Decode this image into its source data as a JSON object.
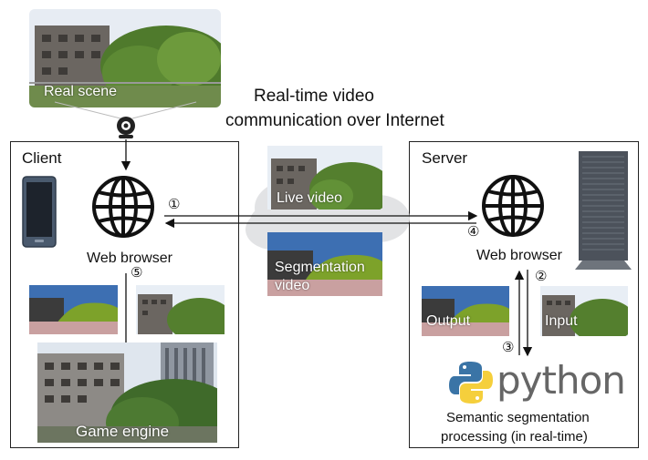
{
  "title_line1": "Real-time video",
  "title_line2": "communication over Internet",
  "real_scene_label": "Real scene",
  "client": {
    "title": "Client",
    "browser_label": "Web browser",
    "game_engine_label": "Game engine"
  },
  "server": {
    "title": "Server",
    "browser_label": "Web browser",
    "output_label": "Output",
    "input_label": "Input",
    "python_word": "python",
    "processing_line1": "Semantic segmentation",
    "processing_line2": "processing (in real-time)"
  },
  "cloud": {
    "live_video_label": "Live video",
    "segmentation_line1": "Segmentation",
    "segmentation_line2": "video"
  },
  "steps": [
    "①",
    "②",
    "③",
    "④",
    "⑤"
  ],
  "colors": {
    "seg_sky": "#3d6fb2",
    "seg_building": "#3b3b3b",
    "seg_tree": "#7da22a",
    "seg_ground": "#c9a0a0",
    "sky_photo": "#e8eef5",
    "cloud": "#e2e3e5"
  }
}
